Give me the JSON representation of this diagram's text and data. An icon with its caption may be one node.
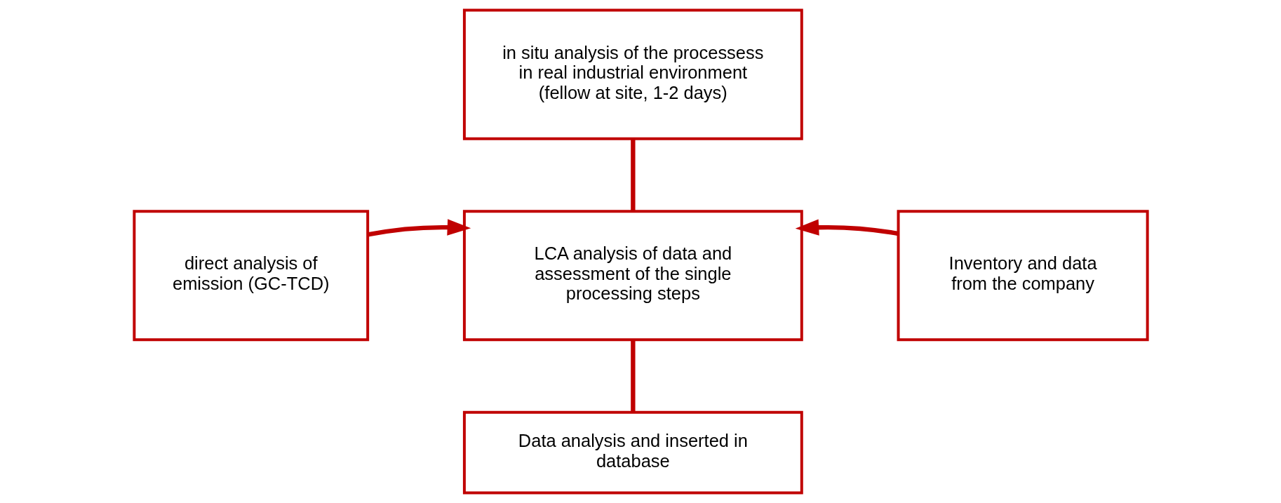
{
  "diagram": {
    "nodes": [
      {
        "text": [
          "in situ analysis of the processess in real industrial environment (fellow at site, 1-2 days)"
        ]
      },
      {
        "text": [
          "direct analysis of emission (GC-TCD)"
        ]
      },
      {
        "text": [
          "LCA analysis of data and assessment of the single processing steps"
        ]
      },
      {
        "text": [
          "Inventory and data from the company"
        ]
      },
      {
        "text": [
          "Data analysis and inserted in database"
        ]
      }
    ],
    "edges": [
      {
        "from": 0,
        "to": 2,
        "arrow": "none"
      },
      {
        "from": 1,
        "to": 2,
        "arrow": "to"
      },
      {
        "from": 3,
        "to": 2,
        "arrow": "to"
      },
      {
        "from": 2,
        "to": 4,
        "arrow": "none"
      }
    ]
  }
}
